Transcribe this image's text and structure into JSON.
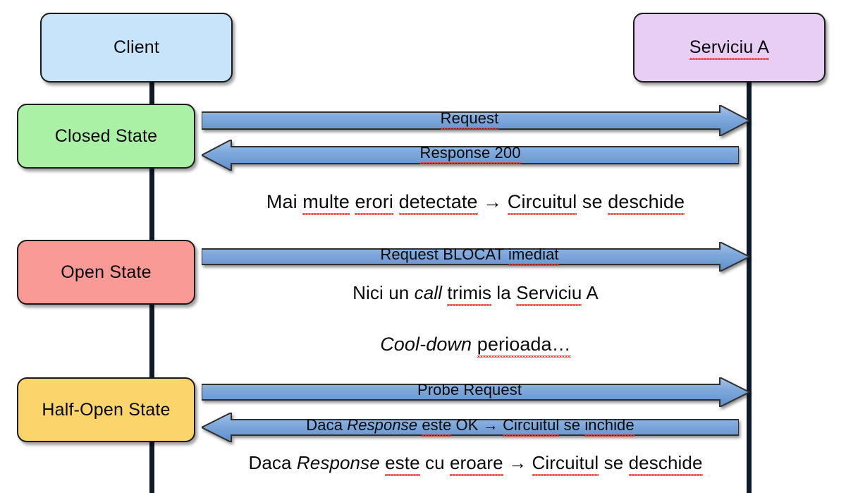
{
  "diagram": {
    "title": "Circuit Breaker pattern sequence diagram",
    "background": "#ffffff",
    "colors": {
      "client_box": "#c8e4fb",
      "service_box": "#e8cdf5",
      "closed_state_box": "#aaf0a5",
      "open_state_box": "#f99a96",
      "half_open_state_box": "#fbd46b",
      "arrow_fill": "#6e9bd4",
      "arrow_fill_light": "#9dc0e8",
      "lifeline": "#0d1a2b",
      "spellcheck_underline": "#f0342c"
    }
  },
  "participants": [
    {
      "id": "client",
      "label": "Client",
      "spellcheck": false
    },
    {
      "id": "service",
      "label": "Serviciu A",
      "spellcheck": true
    }
  ],
  "states": [
    {
      "id": "closed",
      "label": "Closed State"
    },
    {
      "id": "open",
      "label": "Open State"
    },
    {
      "id": "half-open",
      "label": "Half-Open State"
    }
  ],
  "messages": [
    {
      "id": "request",
      "direction": "right",
      "label": "Request",
      "label_parts": [
        {
          "text": "Request",
          "italic": false,
          "spellcheck": false
        }
      ]
    },
    {
      "id": "response-200",
      "direction": "left",
      "label": "Response 200",
      "label_parts": [
        {
          "text": "Response 200",
          "italic": false,
          "spellcheck": false
        }
      ]
    },
    {
      "id": "request-blocat",
      "direction": "right",
      "label": "Request BLOCAT imediat",
      "label_parts": [
        {
          "text": "Request BLOCAT ",
          "italic": false,
          "spellcheck": false
        },
        {
          "text": "imediat",
          "italic": false,
          "spellcheck": true
        }
      ]
    },
    {
      "id": "probe-request",
      "direction": "right",
      "label": "Probe Request",
      "label_parts": [
        {
          "text": "Probe Request",
          "italic": false,
          "spellcheck": false
        }
      ]
    },
    {
      "id": "response-ok",
      "direction": "left",
      "label": "Daca Response este OK → Circuitul se inchide",
      "label_parts": [
        {
          "text": "Daca ",
          "italic": false,
          "spellcheck": false
        },
        {
          "text": "Response",
          "italic": true,
          "spellcheck": false
        },
        {
          "text": " este ",
          "italic": false,
          "spellcheck": true
        },
        {
          "text": "OK → ",
          "italic": false,
          "spellcheck": false
        },
        {
          "text": "Circuitul",
          "italic": false,
          "spellcheck": true
        },
        {
          "text": " se ",
          "italic": false,
          "spellcheck": false
        },
        {
          "text": "inchide",
          "italic": false,
          "spellcheck": true
        }
      ]
    }
  ],
  "notes": [
    {
      "id": "note-erori",
      "text": "Mai multe erori detectate → Circuitul se deschide",
      "parts": [
        {
          "text": "Mai ",
          "italic": false,
          "spellcheck": false
        },
        {
          "text": "multe",
          "italic": false,
          "spellcheck": true
        },
        {
          "text": " ",
          "italic": false,
          "spellcheck": false
        },
        {
          "text": "erori",
          "italic": false,
          "spellcheck": true
        },
        {
          "text": " ",
          "italic": false,
          "spellcheck": false
        },
        {
          "text": "detectate",
          "italic": false,
          "spellcheck": true
        },
        {
          "text": " → ",
          "italic": false,
          "spellcheck": false
        },
        {
          "text": "Circuitul",
          "italic": false,
          "spellcheck": true
        },
        {
          "text": " se ",
          "italic": false,
          "spellcheck": false
        },
        {
          "text": "deschide",
          "italic": false,
          "spellcheck": true
        }
      ]
    },
    {
      "id": "note-nici-un-call",
      "text": "Nici un call trimis la Serviciu A",
      "parts": [
        {
          "text": "Nici un ",
          "italic": false,
          "spellcheck": false
        },
        {
          "text": "call",
          "italic": true,
          "spellcheck": false
        },
        {
          "text": " ",
          "italic": false,
          "spellcheck": false
        },
        {
          "text": "trimis",
          "italic": false,
          "spellcheck": true
        },
        {
          "text": " la ",
          "italic": false,
          "spellcheck": false
        },
        {
          "text": "Serviciu",
          "italic": false,
          "spellcheck": true
        },
        {
          "text": " A",
          "italic": false,
          "spellcheck": false
        }
      ]
    },
    {
      "id": "note-cooldown",
      "text": "Cool-down perioada…",
      "parts": [
        {
          "text": "Cool-down",
          "italic": true,
          "spellcheck": false
        },
        {
          "text": " ",
          "italic": false,
          "spellcheck": false
        },
        {
          "text": "perioada…",
          "italic": false,
          "spellcheck": true
        }
      ]
    },
    {
      "id": "note-eroare",
      "text": "Daca Response este cu eroare → Circuitul se deschide",
      "parts": [
        {
          "text": "Daca ",
          "italic": false,
          "spellcheck": false
        },
        {
          "text": "Response",
          "italic": true,
          "spellcheck": false
        },
        {
          "text": " ",
          "italic": false,
          "spellcheck": false
        },
        {
          "text": "este",
          "italic": false,
          "spellcheck": true
        },
        {
          "text": " cu ",
          "italic": false,
          "spellcheck": false
        },
        {
          "text": "eroare",
          "italic": false,
          "spellcheck": true
        },
        {
          "text": " → ",
          "italic": false,
          "spellcheck": false
        },
        {
          "text": "Circuitul",
          "italic": false,
          "spellcheck": true
        },
        {
          "text": " se ",
          "italic": false,
          "spellcheck": false
        },
        {
          "text": "deschide",
          "italic": false,
          "spellcheck": true
        }
      ]
    }
  ]
}
